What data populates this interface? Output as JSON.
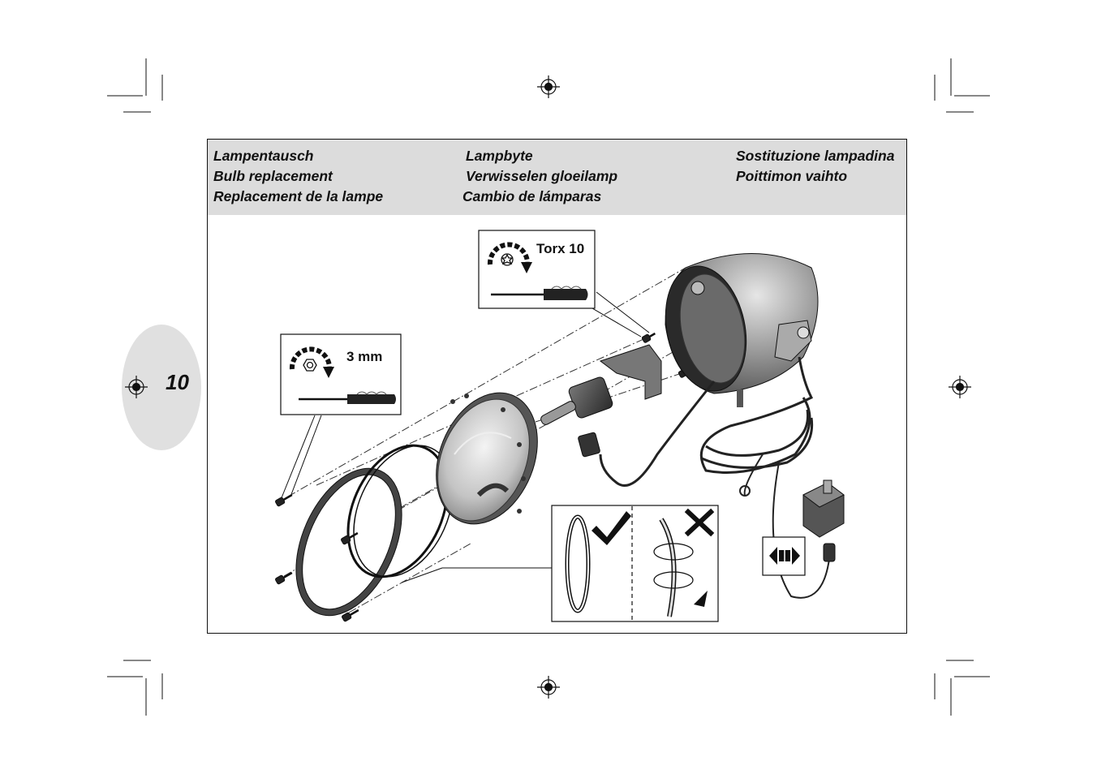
{
  "page_number": "10",
  "titles": {
    "col1": [
      "Lampentausch",
      "Bulb replacement",
      "Replacement de la lampe"
    ],
    "col2": [
      "Lampbyte",
      "Verwisselen gloeilamp",
      "Cambio de lámparas"
    ],
    "col3": [
      "Sostituzione lampadina",
      "Poittimon vaihto"
    ]
  },
  "callouts": {
    "hex_tool": "3 mm",
    "torx_tool": "Torx 10"
  },
  "colors": {
    "header_bg": "#dcdcdc",
    "tab_bg": "#e0e0e0",
    "ink": "#111111"
  }
}
